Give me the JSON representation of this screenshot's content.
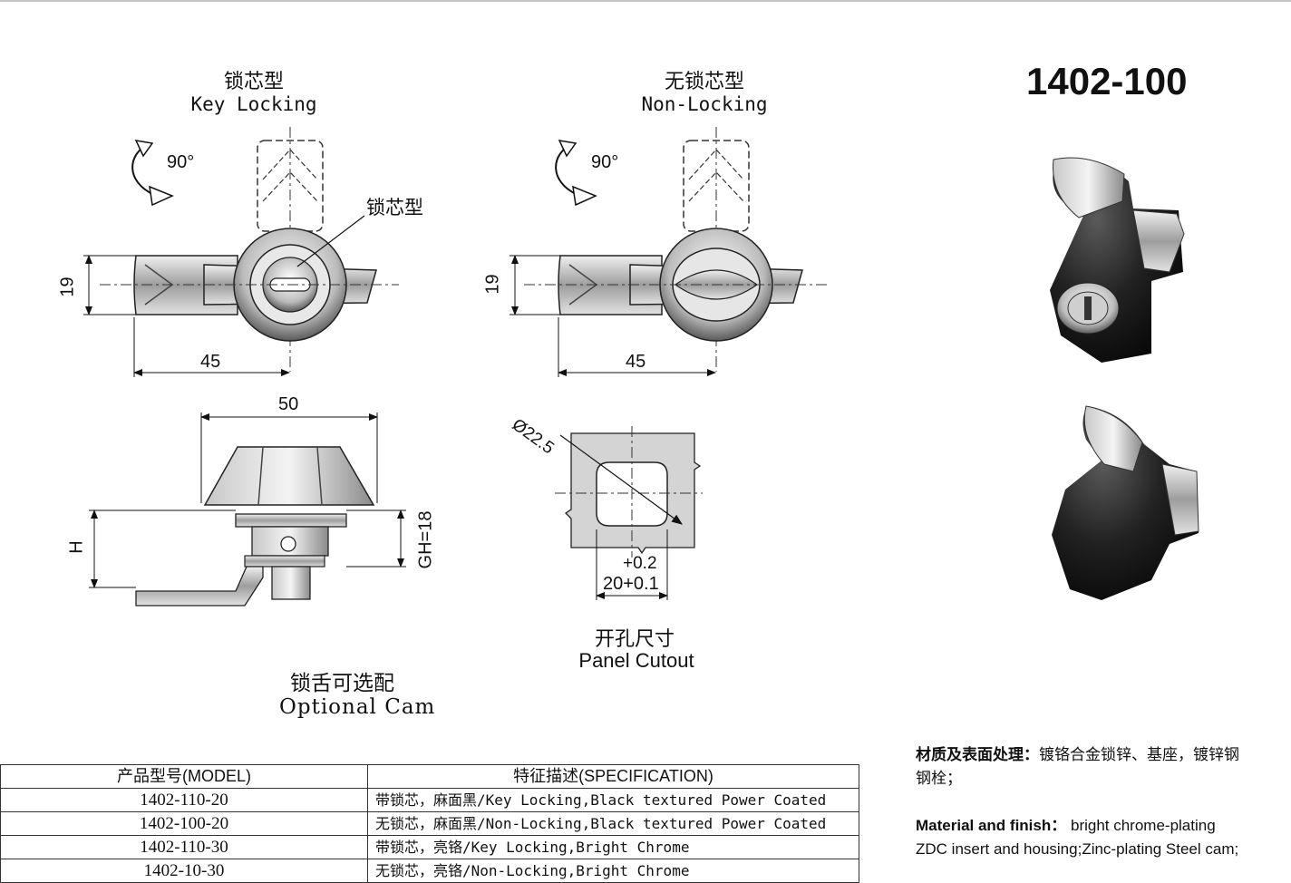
{
  "top_left": {
    "title_cn": "锁芯型",
    "title_en": "Key Locking",
    "rotation": "90°",
    "callout": "锁芯型",
    "dim_height": "19",
    "dim_width": "45"
  },
  "top_mid": {
    "title_cn": "无锁芯型",
    "title_en": "Non-Locking",
    "rotation": "90°",
    "dim_height": "19",
    "dim_width": "45"
  },
  "model_number": "1402-100",
  "side_view": {
    "dim_width": "50",
    "dim_h": "H",
    "dim_gh": "GH=18",
    "caption_cn": "锁舌可选配",
    "caption_en": "Optional Cam"
  },
  "cutout": {
    "diameter": "Ø22.5",
    "tol": "+0.2",
    "width": "20+0.1",
    "caption_cn": "开孔尺寸",
    "caption_en": "Panel Cutout"
  },
  "table": {
    "headers": [
      "产品型号(MODEL)",
      "特征描述(SPECIFICATION)"
    ],
    "rows": [
      {
        "model": "1402-110-20",
        "spec": "带锁芯，麻面黑/Key Locking,Black textured Power Coated"
      },
      {
        "model": "1402-100-20",
        "spec": "无锁芯，麻面黑/Non-Locking,Black textured Power Coated"
      },
      {
        "model": "1402-110-30",
        "spec": "带锁芯，亮铬/Key Locking,Bright Chrome"
      },
      {
        "model": "1402-10-30",
        "spec": "无锁芯，亮铬/Non-Locking,Bright Chrome"
      }
    ]
  },
  "material": {
    "cn_label": "材质及表面处理：",
    "cn_text_1": "镀铬合金锁锌、基座，镀锌钢",
    "cn_text_2": "钢栓；",
    "en_label": "Material and finish：",
    "en_text_1": "bright chrome-plating",
    "en_text_2": "ZDC insert and housing;Zinc-plating Steel cam;"
  },
  "colors": {
    "line": "#222222",
    "metal_light": "#d8d8d8",
    "metal_mid": "#9a9a9a",
    "black_body": "#1a1a1a",
    "cutout_fill": "#d4d4d4"
  }
}
